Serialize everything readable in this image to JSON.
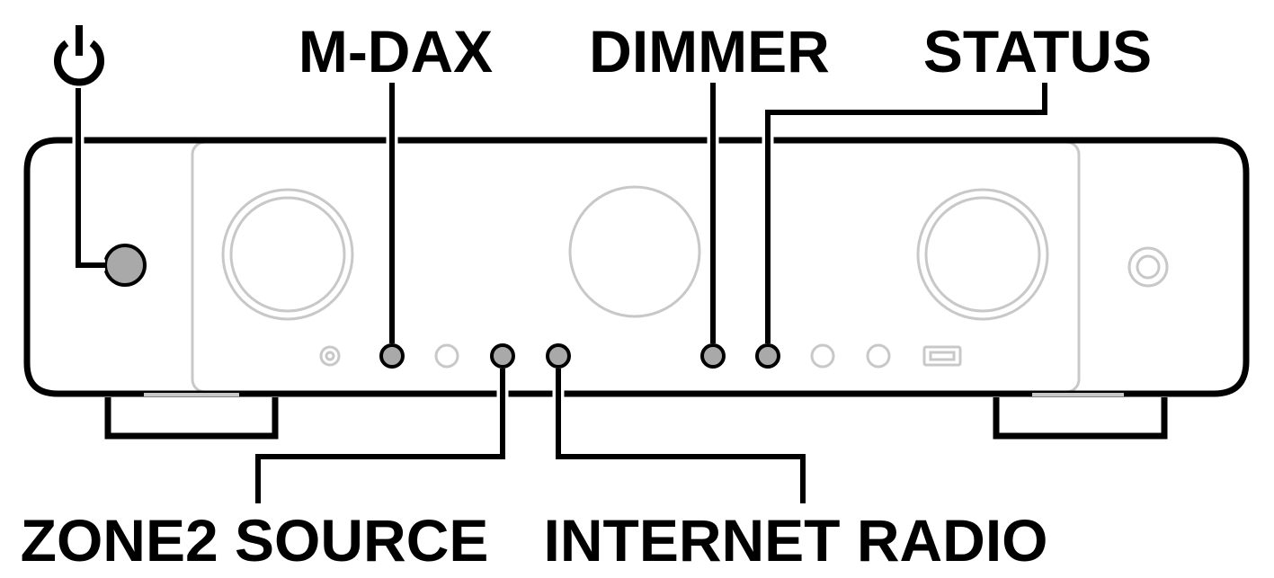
{
  "labels": {
    "power_symbol": "⏻",
    "mdax": "M-DAX",
    "dimmer": "DIMMER",
    "status": "STATUS",
    "zone2_source": "ZONE2 SOURCE",
    "internet_radio": "INTERNET RADIO"
  },
  "colors": {
    "outline": "#000000",
    "panel_gray": "#c8c8c8",
    "highlight_button": "#a9a9a9"
  }
}
